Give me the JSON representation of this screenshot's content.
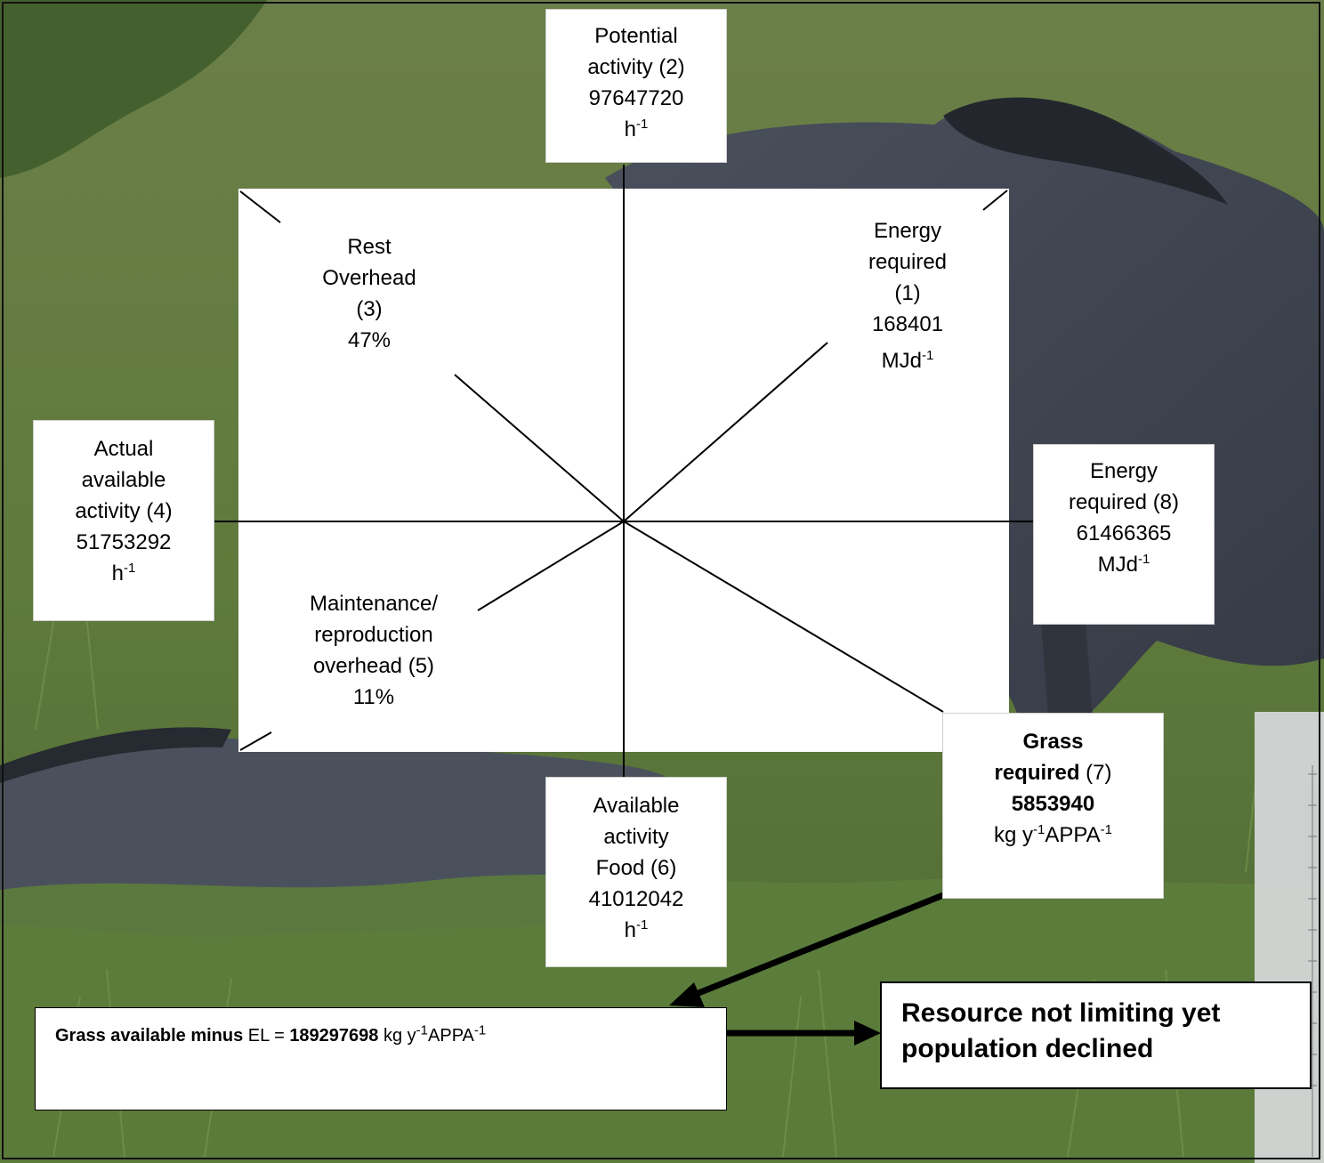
{
  "potential_activity": {
    "l1": "Potential",
    "l2": "activity (2)",
    "value": "97647720",
    "unit": "h",
    "exp": "-1"
  },
  "rest_overhead": {
    "l1": "Rest",
    "l2": "Overhead",
    "l3": "(3)",
    "value": "47%"
  },
  "energy_required_1": {
    "l1": "Energy",
    "l2": "required",
    "l3": "(1)",
    "value": "168401",
    "unit": "MJd",
    "exp": "-1"
  },
  "actual_available_activity": {
    "l1": "Actual",
    "l2": "available",
    "l3": "activity (4)",
    "value": "51753292",
    "unit": "h",
    "exp": "-1"
  },
  "energy_required_8": {
    "l1": "Energy",
    "l2": "required (8)",
    "value": "61466365",
    "unit": "MJd",
    "exp": "-1"
  },
  "maintenance_overhead": {
    "l1": "Maintenance/",
    "l2": "reproduction",
    "l3": "overhead (5)",
    "value": "11%"
  },
  "available_activity_food": {
    "l1": "Available",
    "l2": "activity",
    "l3": "Food (6)",
    "value": "41012042",
    "unit": "h",
    "exp": "-1"
  },
  "grass_required": {
    "l1": "Grass",
    "l2_bold": "required",
    "l2_rest": " (7)",
    "value": "5853940",
    "unit_a": "kg y",
    "exp_a": "-1",
    "unit_b": "APPA",
    "exp_b": "-1"
  },
  "grass_available": {
    "label_bold": "Grass available minus",
    "label_rest": " EL = ",
    "value": "189297698",
    "unit_a": " kg y",
    "exp_a": "-1",
    "unit_b": "APPA",
    "exp_b": "-1"
  },
  "result": {
    "l1": "Resource not limiting yet",
    "l2": "population declined"
  },
  "colors": {
    "grass": "#5e7a3f",
    "animal": "#3f4552",
    "box": "#ffffff",
    "line": "#000000"
  }
}
